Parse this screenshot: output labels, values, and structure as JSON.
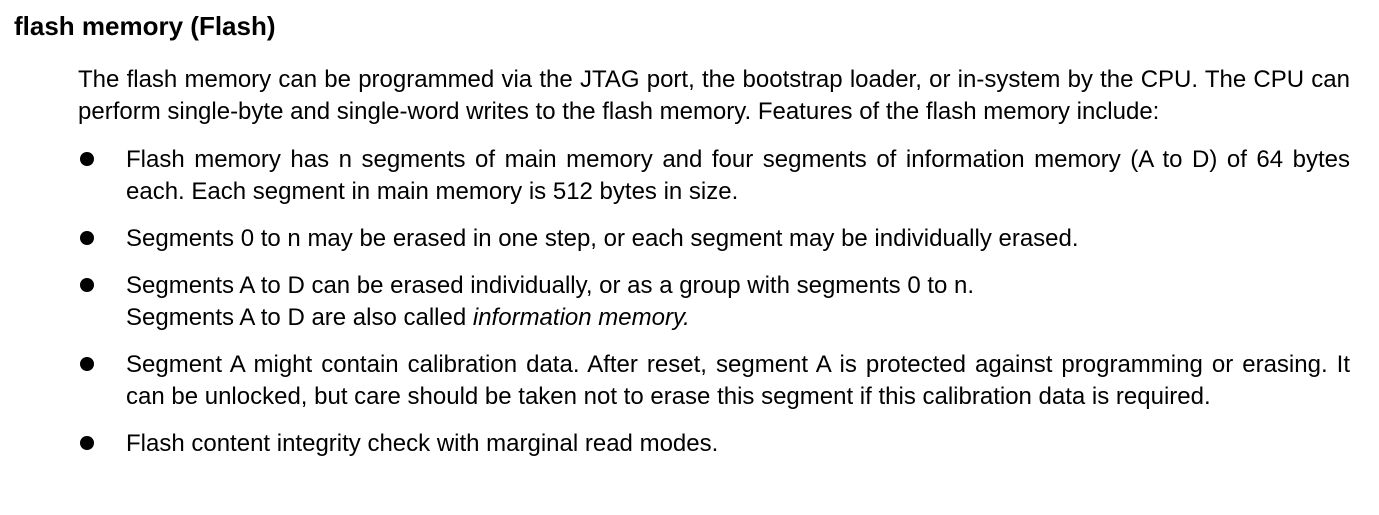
{
  "section": {
    "title": "flash memory (Flash)",
    "intro": "The flash memory can be programmed via the JTAG port, the bootstrap loader, or in-system by the CPU. The CPU can perform single-byte and single-word writes to the flash memory. Features of the flash memory include:"
  },
  "features": [
    {
      "text": "Flash memory has n segments of main memory and four segments of information memory (A to D) of 64 bytes each. Each segment in main memory is 512 bytes in size."
    },
    {
      "text": "Segments 0 to n may be erased in one step, or each segment may be individually erased."
    },
    {
      "line1": "Segments A to D can be erased individually, or as a group with segments 0 to n.",
      "line2_prefix": "Segments A to D are also called ",
      "line2_italic": "information memory."
    },
    {
      "text": "Segment A might contain calibration data. After reset, segment A is protected against programming or erasing. It can be unlocked, but care should be taken not to erase this segment if this calibration data is required."
    },
    {
      "text": "Flash content integrity check with marginal read modes."
    }
  ]
}
